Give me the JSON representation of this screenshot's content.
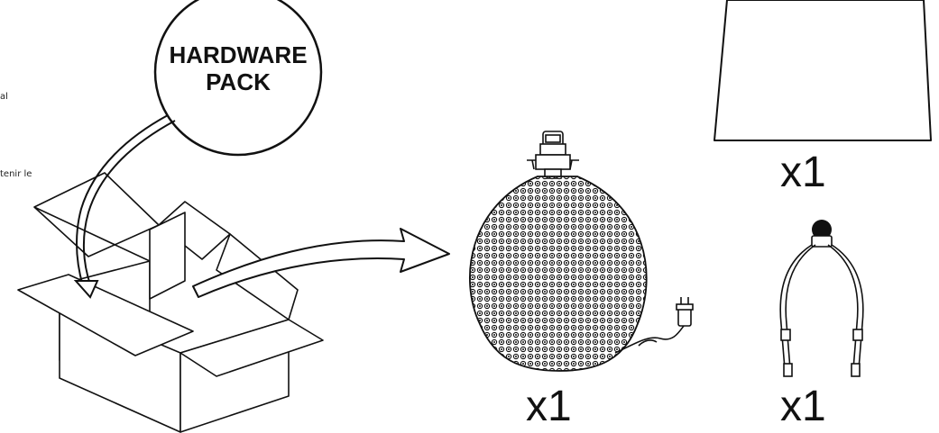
{
  "margin_text": {
    "fragment_1": "al",
    "fragment_2": "tenir le"
  },
  "callout": {
    "line_1": "HARDWARE",
    "line_2": "PACK"
  },
  "parts": [
    {
      "name": "lamp shade",
      "quantity_label": "x1"
    },
    {
      "name": "lamp base",
      "quantity_label": "x1"
    },
    {
      "name": "harp",
      "quantity_label": "x1"
    }
  ],
  "colors": {
    "line": "#111111",
    "background": "#ffffff"
  }
}
